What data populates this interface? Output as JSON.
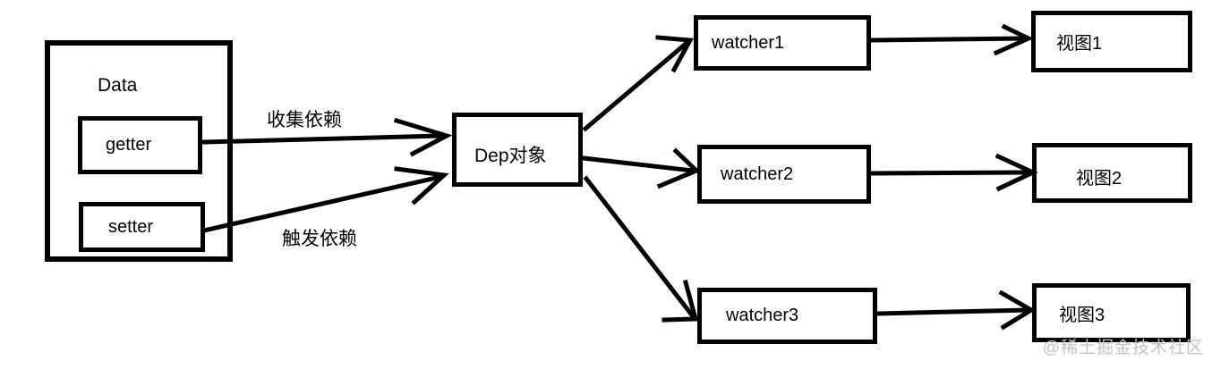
{
  "diagram": {
    "background_color": "#ffffff",
    "stroke_color": "#000000",
    "text_color": "#000000"
  },
  "nodes": {
    "data": {
      "label": "Data"
    },
    "getter": {
      "label": "getter"
    },
    "setter": {
      "label": "setter"
    },
    "dep": {
      "label": "Dep对象"
    },
    "watcher1": {
      "label": "watcher1"
    },
    "watcher2": {
      "label": "watcher2"
    },
    "watcher3": {
      "label": "watcher3"
    },
    "view1": {
      "label": "视图1"
    },
    "view2": {
      "label": "视图2"
    },
    "view3": {
      "label": "视图3"
    }
  },
  "edges": [
    {
      "from": "getter",
      "to": "dep",
      "label": "收集依赖"
    },
    {
      "from": "setter",
      "to": "dep",
      "label": "触发依赖"
    },
    {
      "from": "dep",
      "to": "watcher1",
      "label": ""
    },
    {
      "from": "dep",
      "to": "watcher2",
      "label": ""
    },
    {
      "from": "dep",
      "to": "watcher3",
      "label": ""
    },
    {
      "from": "watcher1",
      "to": "view1",
      "label": ""
    },
    {
      "from": "watcher2",
      "to": "view2",
      "label": ""
    },
    {
      "from": "watcher3",
      "to": "view3",
      "label": ""
    }
  ],
  "watermark": {
    "text": "@稀土掘金技术社区",
    "color": "#c3c3c3"
  }
}
